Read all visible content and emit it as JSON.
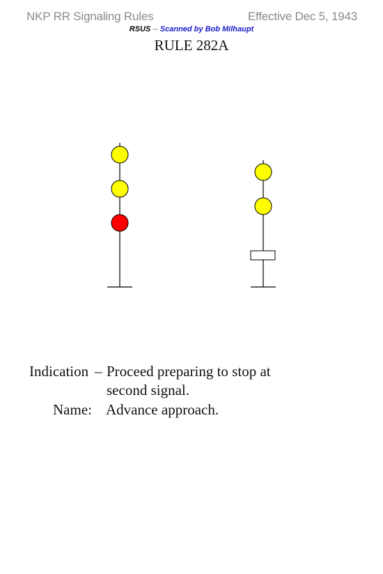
{
  "header": {
    "left_title": "NKP RR Signaling Rules",
    "right_date": "Effective Dec 5, 1943"
  },
  "credit": {
    "site": "RSUS",
    "separator": " -- ",
    "scanned_by": "Scanned by Bob Milhaupt"
  },
  "rule": {
    "title": "RULE 282A"
  },
  "signals": {
    "left_mast": [
      "yellow",
      "yellow",
      "red"
    ],
    "right_mast": [
      "yellow",
      "yellow",
      "marker-plate"
    ]
  },
  "colors": {
    "yellow": "#ffff00",
    "red": "#ff0000",
    "outline": "#000000"
  },
  "description": {
    "indication_label": "Indication",
    "dash": "–",
    "indication_line1": "Proceed preparing to stop at",
    "indication_line2": "second signal.",
    "name_label": "Name:",
    "name_value": "Advance approach."
  }
}
